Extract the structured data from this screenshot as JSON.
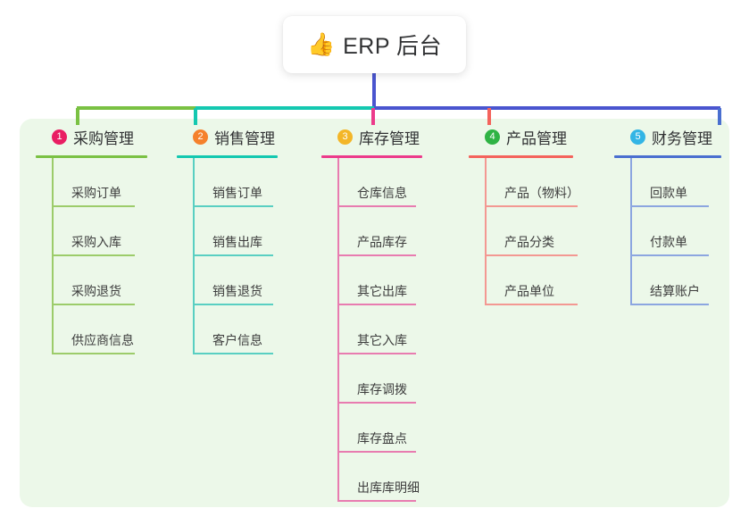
{
  "root": {
    "icon": "thumbs-up-icon",
    "emoji": "👍",
    "title": "ERP 后台"
  },
  "theme": {
    "panel_bg": "#ecf8e9",
    "card_bg": "#ffffff",
    "text": "#303133"
  },
  "columns": [
    {
      "number": "1",
      "title": "采购管理",
      "color": "#7ac143",
      "badge_color": "#e91e63",
      "item_color": "#9ccc6a",
      "items": [
        "采购订单",
        "采购入库",
        "采购退货",
        "供应商信息"
      ]
    },
    {
      "number": "2",
      "title": "销售管理",
      "color": "#14c8b0",
      "badge_color": "#f5812c",
      "item_color": "#59cfc2",
      "items": [
        "销售订单",
        "销售出库",
        "销售退货",
        "客户信息"
      ]
    },
    {
      "number": "3",
      "title": "库存管理",
      "color": "#ec3b8b",
      "badge_color": "#f3b628",
      "item_color": "#e87cb0",
      "items": [
        "仓库信息",
        "产品库存",
        "其它出库",
        "其它入库",
        "库存调拨",
        "库存盘点",
        "出库库明细"
      ]
    },
    {
      "number": "4",
      "title": "产品管理",
      "color": "#f4635c",
      "badge_color": "#2fb344",
      "item_color": "#f39892",
      "items": [
        "产品（物料）",
        "产品分类",
        "产品单位"
      ]
    },
    {
      "number": "5",
      "title": "财务管理",
      "color": "#4a6fd0",
      "badge_color": "#33b5e5",
      "item_color": "#8ca6e0",
      "items": [
        "回款单",
        "付款单",
        "结算账户"
      ]
    }
  ],
  "connectors": {
    "trunk_color": "#4a55cf",
    "segments": [
      {
        "name": "segment-purchase",
        "color": "#7ac143"
      },
      {
        "name": "segment-sales",
        "color": "#14c8b0"
      },
      {
        "name": "segment-finance",
        "color": "#4a55cf"
      }
    ],
    "stems": [
      {
        "name": "stem-purchase",
        "color": "#7ac143"
      },
      {
        "name": "stem-sales",
        "color": "#14c8b0"
      },
      {
        "name": "stem-inventory",
        "color": "#ec3b8b"
      },
      {
        "name": "stem-product",
        "color": "#f4635c"
      },
      {
        "name": "stem-finance",
        "color": "#4a6fd0"
      }
    ]
  }
}
